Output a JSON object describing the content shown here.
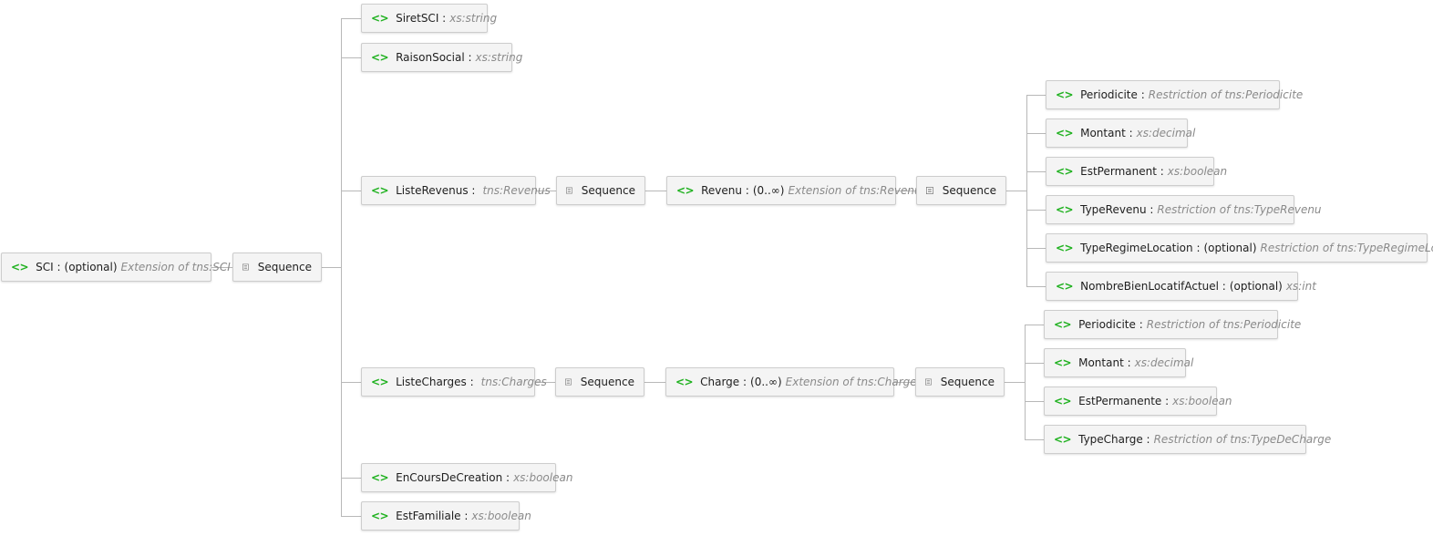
{
  "sequence_label": "Sequence",
  "element_glyph": "<>",
  "icons": {
    "element": "element-tag-icon",
    "sequence": "sequence-icon"
  },
  "colors": {
    "element_tag": "#1fb11f",
    "type_text": "#8a8a8a",
    "connector": "#b8b8b8",
    "node_bg": "#f4f4f4",
    "node_border": "#cdcdcd"
  },
  "root": {
    "name": "SCI :",
    "cardinality": "(optional)",
    "type": "Extension of tns:SCI"
  },
  "sci_children": [
    {
      "name": "SiretSCI :",
      "cardinality": "",
      "type": "xs:string"
    },
    {
      "name": "RaisonSocial :",
      "cardinality": "",
      "type": "xs:string"
    },
    {
      "name": "ListeRevenus :",
      "cardinality": "",
      "type": "tns:Revenus"
    },
    {
      "name": "ListeCharges :",
      "cardinality": "",
      "type": "tns:Charges"
    },
    {
      "name": "EnCoursDeCreation :",
      "cardinality": "",
      "type": "xs:boolean"
    },
    {
      "name": "EstFamiliale :",
      "cardinality": "",
      "type": "xs:boolean"
    }
  ],
  "revenu": {
    "name": "Revenu :",
    "cardinality": "(0..∞)",
    "type": "Extension of tns:Revenu"
  },
  "revenu_children": [
    {
      "name": "Periodicite :",
      "cardinality": "",
      "type": "Restriction of tns:Periodicite"
    },
    {
      "name": "Montant :",
      "cardinality": "",
      "type": "xs:decimal"
    },
    {
      "name": "EstPermanent :",
      "cardinality": "",
      "type": "xs:boolean"
    },
    {
      "name": "TypeRevenu :",
      "cardinality": "",
      "type": "Restriction of tns:TypeRevenu"
    },
    {
      "name": "TypeRegimeLocation :",
      "cardinality": "(optional)",
      "type": "Restriction of tns:TypeRegimeLocation"
    },
    {
      "name": "NombreBienLocatifActuel :",
      "cardinality": "(optional)",
      "type": "xs:int"
    }
  ],
  "charge": {
    "name": "Charge :",
    "cardinality": "(0..∞)",
    "type": "Extension of tns:Charge"
  },
  "charge_children": [
    {
      "name": "Periodicite :",
      "cardinality": "",
      "type": "Restriction of tns:Periodicite"
    },
    {
      "name": "Montant :",
      "cardinality": "",
      "type": "xs:decimal"
    },
    {
      "name": "EstPermanente :",
      "cardinality": "",
      "type": "xs:boolean"
    },
    {
      "name": "TypeCharge :",
      "cardinality": "",
      "type": "Restriction of tns:TypeDeCharge"
    }
  ]
}
